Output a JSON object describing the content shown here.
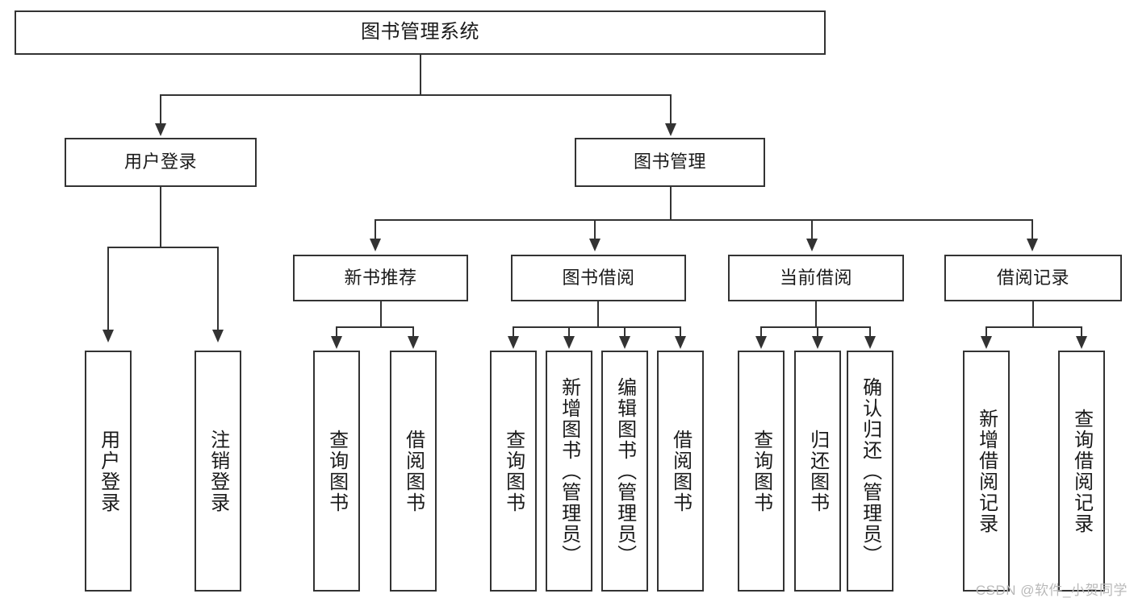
{
  "diagram": {
    "title": "图书管理系统",
    "watermark": "CSDN @软件_小贺同学",
    "colors": {
      "stroke": "#333333",
      "box_fill": "#ffffff",
      "text": "#1a1a1a",
      "watermark": "#b9b9b9",
      "background": "#ffffff"
    },
    "root": {
      "label": "图书管理系统"
    },
    "level2": [
      {
        "label": "用户登录"
      },
      {
        "label": "图书管理"
      }
    ],
    "level3": [
      {
        "label": "新书推荐"
      },
      {
        "label": "图书借阅"
      },
      {
        "label": "当前借阅"
      },
      {
        "label": "借阅记录"
      }
    ],
    "leaves": {
      "user_login": [
        {
          "label": "用户登录"
        },
        {
          "label": "注销登录"
        }
      ],
      "new_book_recommend": [
        {
          "label": "查询图书"
        },
        {
          "label": "借阅图书"
        }
      ],
      "book_borrow": [
        {
          "label": "查询图书"
        },
        {
          "label": "新增图书（管理员）"
        },
        {
          "label": "编辑图书（管理员）"
        },
        {
          "label": "借阅图书"
        }
      ],
      "current_borrow": [
        {
          "label": "查询图书"
        },
        {
          "label": "归还图书"
        },
        {
          "label": "确认归还（管理员）"
        }
      ],
      "borrow_records": [
        {
          "label": "新增借阅记录"
        },
        {
          "label": "查询借阅记录"
        }
      ]
    }
  }
}
